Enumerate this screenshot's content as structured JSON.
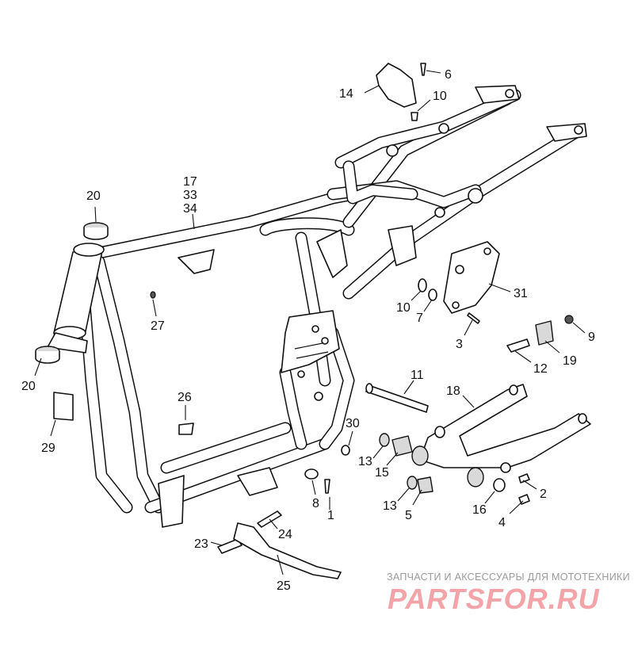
{
  "callouts": [
    {
      "label": "1"
    },
    {
      "label": "2"
    },
    {
      "label": "3"
    },
    {
      "label": "4"
    },
    {
      "label": "5"
    },
    {
      "label": "6"
    },
    {
      "label": "7"
    },
    {
      "label": "8"
    },
    {
      "label": "9"
    },
    {
      "label": "10"
    },
    {
      "label": "10"
    },
    {
      "label": "11"
    },
    {
      "label": "12"
    },
    {
      "label": "13"
    },
    {
      "label": "13"
    },
    {
      "label": "14"
    },
    {
      "label": "15"
    },
    {
      "label": "16"
    },
    {
      "label": "17"
    },
    {
      "label": "33"
    },
    {
      "label": "34"
    },
    {
      "label": "18"
    },
    {
      "label": "19"
    },
    {
      "label": "20"
    },
    {
      "label": "20"
    },
    {
      "label": "23"
    },
    {
      "label": "24"
    },
    {
      "label": "25"
    },
    {
      "label": "26"
    },
    {
      "label": "27"
    },
    {
      "label": "29"
    },
    {
      "label": "30"
    },
    {
      "label": "31"
    }
  ],
  "watermark": {
    "tagline": "ЗАПЧАСТИ И АКСЕССУАРЫ ДЛЯ МОТОТЕХНИКИ",
    "logo_text": "PARTSFOR.RU",
    "logo_color": "#e6323c"
  },
  "colors": {
    "line": "#111111",
    "shade": "#d9d9d9",
    "watermark_gray": "#9a9a9a"
  }
}
